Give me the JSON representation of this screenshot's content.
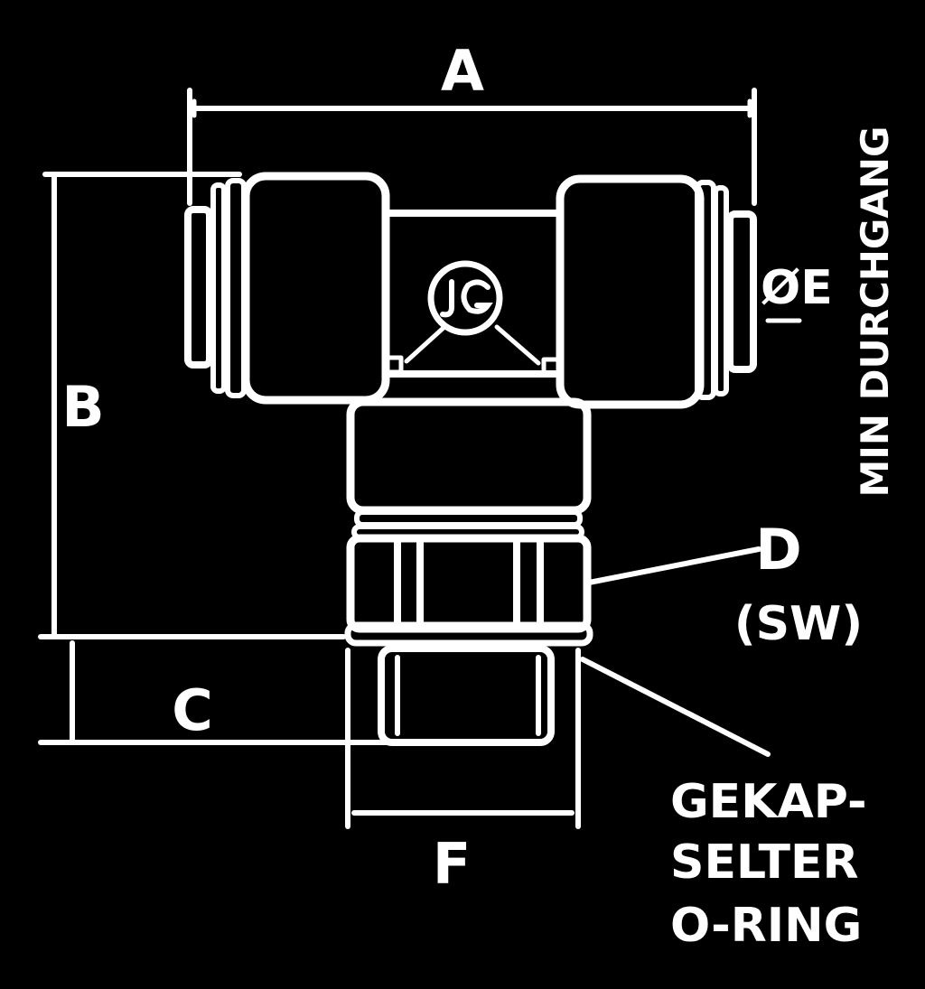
{
  "colors": {
    "background": "#000000",
    "ink": "#ffffff"
  },
  "labels": {
    "a": "A",
    "b": "B",
    "c": "C",
    "d": "D",
    "d_sub": "(SW)",
    "e": "ØE",
    "f": "F",
    "min_passage": "MIN DURCHGANG",
    "oring_line1": "GEKAP-",
    "oring_line2": "SELTER",
    "oring_line3": "O-RING"
  },
  "logo_text": "JG"
}
